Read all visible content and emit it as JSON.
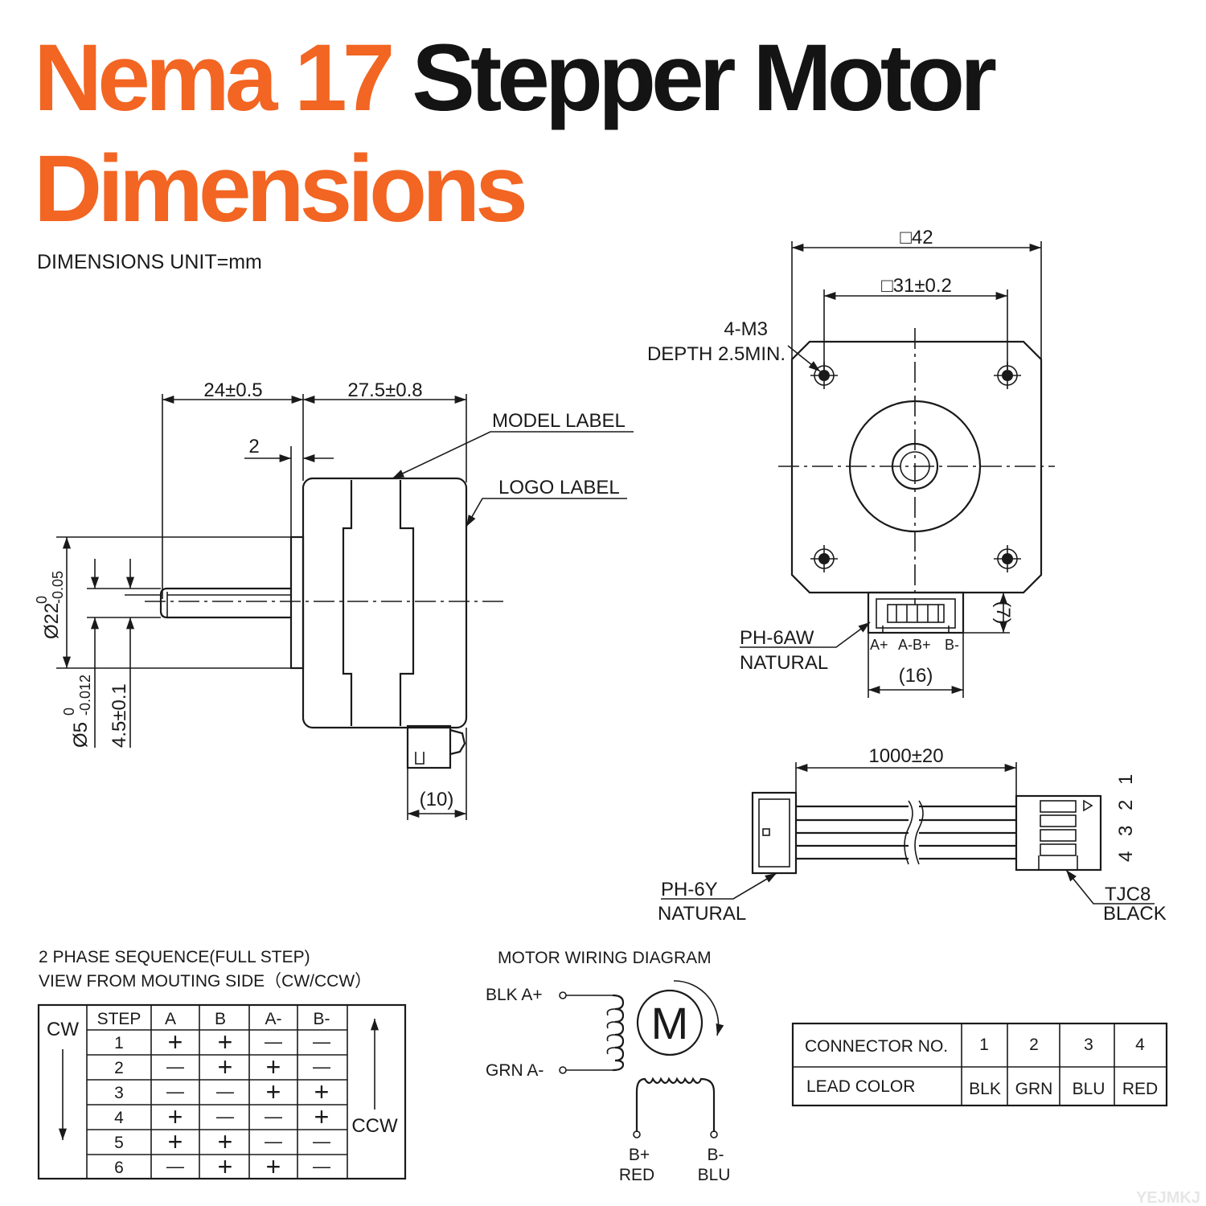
{
  "title": {
    "line1_orange": "Nema 17",
    "line1_black": "Stepper Motor",
    "line2": "Dimensions"
  },
  "unit_note": "DIMENSIONS UNIT=mm",
  "side_view": {
    "dim_body_front": "24±0.5",
    "dim_body_rear": "27.5±0.8",
    "dim_boss": "2",
    "model_label": "MODEL LABEL",
    "logo_label": "LOGO LABEL",
    "dia_boss": "Ø22",
    "dia_boss_tol_upper": "0",
    "dia_boss_tol_lower": "-0.05",
    "dia_shaft": "Ø5",
    "dia_shaft_tol_upper": "0",
    "dia_shaft_tol_lower": "-0.012",
    "flat": "4.5±0.1",
    "connector_width": "(10)"
  },
  "front_view": {
    "outer_size": "42",
    "hole_pitch": "31±0.2",
    "screw": "4-M3",
    "screw_depth": "DEPTH 2.5MIN.",
    "connector_model": "PH-6AW",
    "connector_color": "NATURAL",
    "pin_labels": [
      "A+",
      "A-B+",
      "B-"
    ],
    "connector_height": "(7)",
    "connector_width": "(16)"
  },
  "cable": {
    "length": "1000±20",
    "left_connector": "PH-6Y",
    "left_color": "NATURAL",
    "right_connector": "TJC8",
    "right_color": "BLACK",
    "pin_numbers": "4 3 2 1"
  },
  "sequence": {
    "title_line1": "2 PHASE SEQUENCE(FULL STEP)",
    "title_line2": "VIEW FROM MOUTING SIDE（CW/CCW）",
    "cw": "CW",
    "ccw": "CCW",
    "headers": [
      "STEP",
      "A",
      "B",
      "A-",
      "B-"
    ],
    "rows": [
      [
        "1",
        "+",
        "+",
        "—",
        "—"
      ],
      [
        "2",
        "—",
        "+",
        "+",
        "—"
      ],
      [
        "3",
        "—",
        "—",
        "+",
        "+"
      ],
      [
        "4",
        "+",
        "—",
        "—",
        "+"
      ],
      [
        "5",
        "+",
        "+",
        "—",
        "—"
      ],
      [
        "6",
        "—",
        "+",
        "+",
        "—"
      ]
    ]
  },
  "wiring": {
    "title": "MOTOR WIRING  DIAGRAM",
    "a_plus": "BLK  A+",
    "a_minus": "GRN  A-",
    "b_plus": "B+",
    "b_plus_color": "RED",
    "b_minus": "B-",
    "b_minus_color": "BLU",
    "motor_letter": "M"
  },
  "connector_table": {
    "row1_label": "CONNECTOR NO.",
    "numbers": [
      "1",
      "2",
      "3",
      "4"
    ],
    "row2_label": "LEAD COLOR",
    "colors": [
      "BLK",
      "GRN",
      "BLU",
      "RED"
    ]
  },
  "watermark": "YEJMKJ",
  "colors": {
    "accent": "#f26522",
    "ink": "#1a1a1a"
  }
}
